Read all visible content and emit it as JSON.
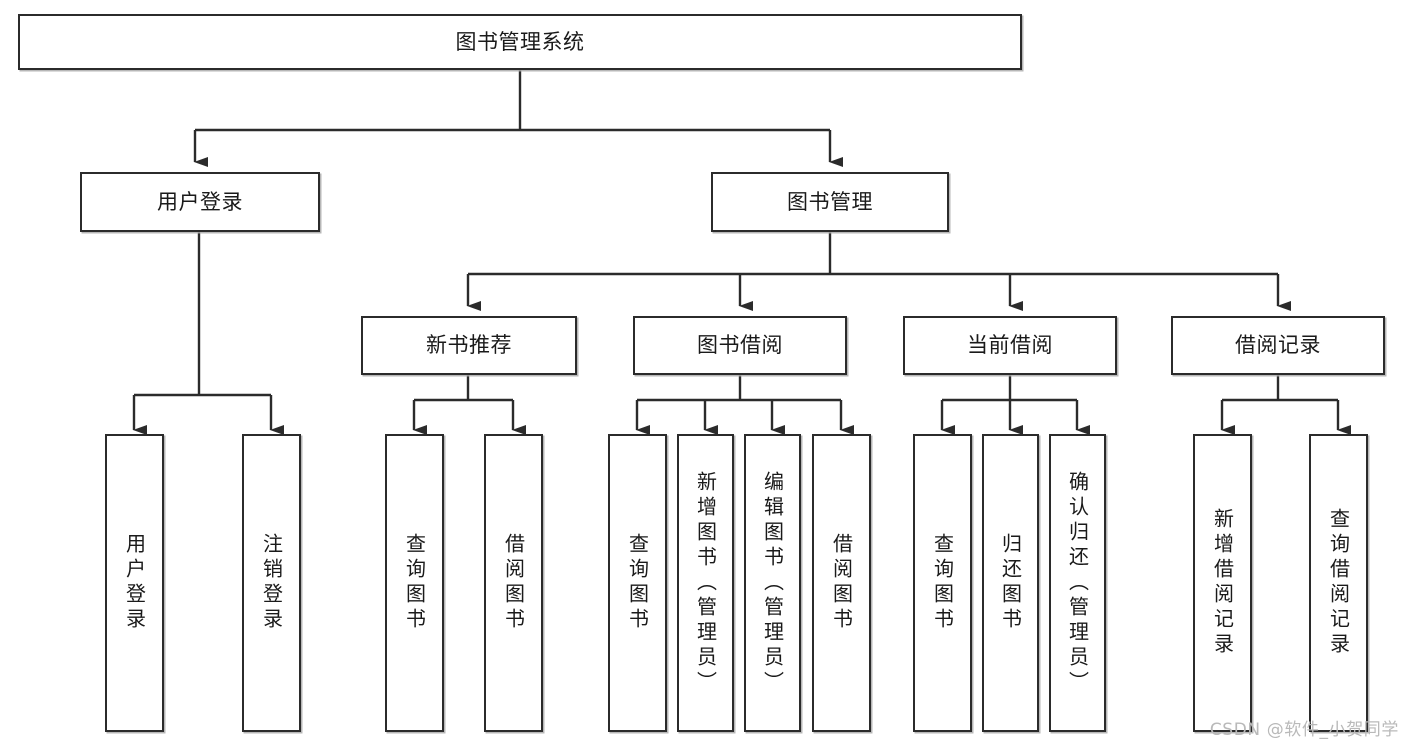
{
  "diagram": {
    "title": "图书管理系统",
    "type": "hierarchy-tree",
    "watermark": "CSDN @软件_小贺同学",
    "colors": {
      "box_border": "#2b2b2b",
      "box_fill": "#ffffff",
      "connector": "#2b2b2b",
      "text": "#1a1a1a",
      "watermark": "#b9b9b9"
    },
    "root": {
      "label": "图书管理系统"
    },
    "level2": [
      {
        "label": "用户登录"
      },
      {
        "label": "图书管理"
      }
    ],
    "level3": [
      {
        "label": "新书推荐"
      },
      {
        "label": "图书借阅"
      },
      {
        "label": "当前借阅"
      },
      {
        "label": "借阅记录"
      }
    ],
    "leaves": {
      "user_login": [
        {
          "label": "用户登录"
        },
        {
          "label": "注销登录"
        }
      ],
      "new_book_recommend": [
        {
          "label": "查询图书"
        },
        {
          "label": "借阅图书"
        }
      ],
      "book_borrow": [
        {
          "label": "查询图书"
        },
        {
          "label": "新增图书（管理员）"
        },
        {
          "label": "编辑图书（管理员）"
        },
        {
          "label": "借阅图书"
        }
      ],
      "current_borrow": [
        {
          "label": "查询图书"
        },
        {
          "label": "归还图书"
        },
        {
          "label": "确认归还（管理员）"
        }
      ],
      "borrow_record": [
        {
          "label": "新增借阅记录"
        },
        {
          "label": "查询借阅记录"
        }
      ]
    }
  }
}
